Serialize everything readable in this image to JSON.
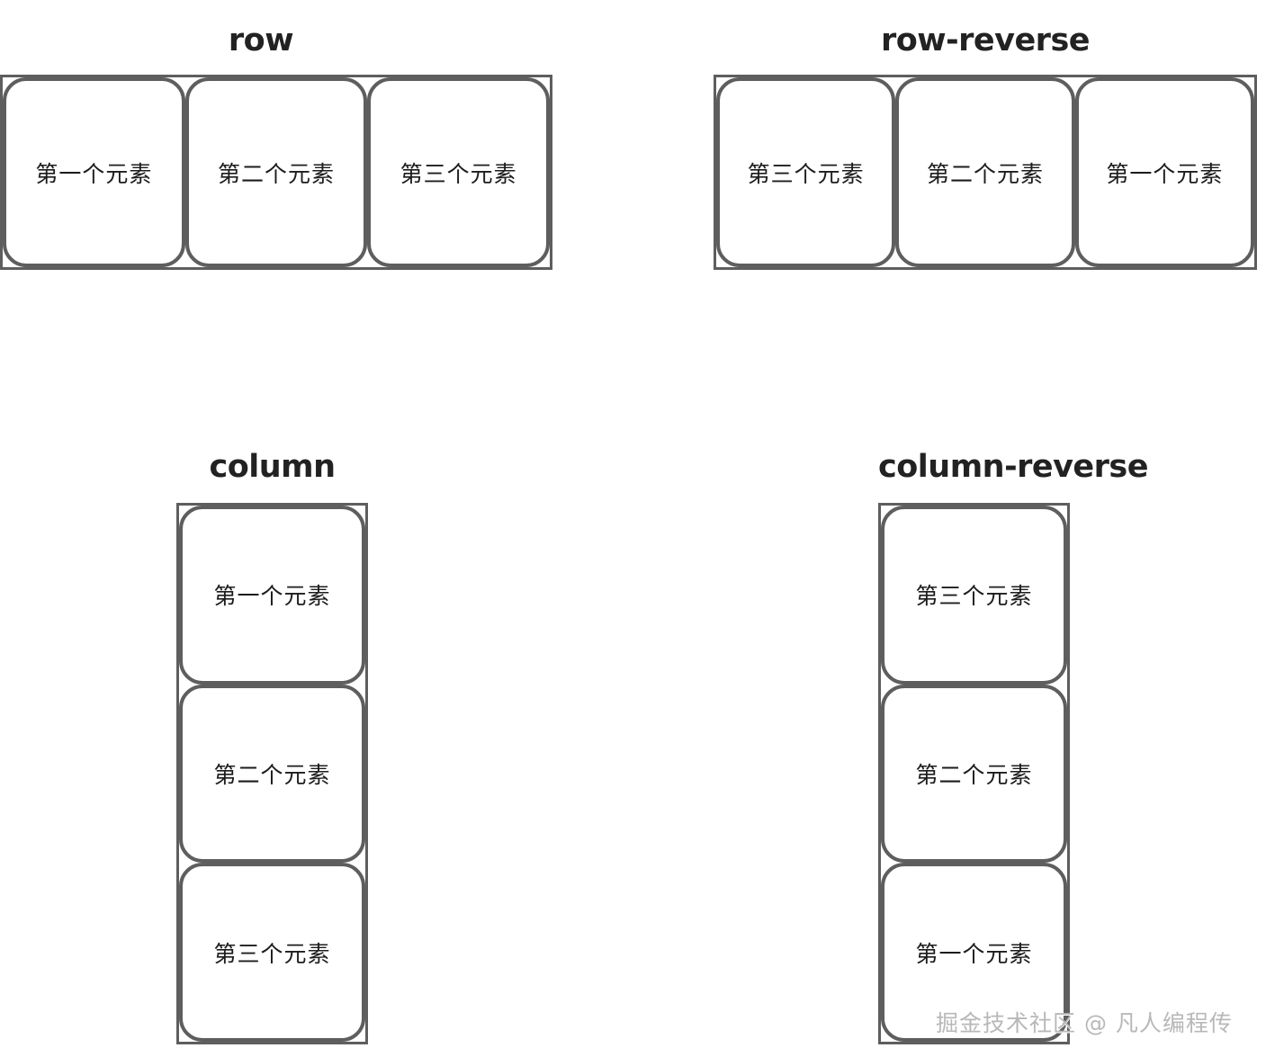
{
  "page": {
    "background": "#ffffff",
    "border_color": "#5e5e5e",
    "title_color": "#222222",
    "item_text_color": "#1c1c1c",
    "watermark_color": "#b8b8b8"
  },
  "panels": [
    {
      "id": "row",
      "title": "row",
      "direction": "row",
      "items": [
        {
          "label": "第一个元素"
        },
        {
          "label": "第二个元素"
        },
        {
          "label": "第三个元素"
        }
      ],
      "visual_order": [
        "第一个元素",
        "第二个元素",
        "第三个元素"
      ]
    },
    {
      "id": "row-reverse",
      "title": "row-reverse",
      "direction": "row-reverse",
      "items": [
        {
          "label": "第一个元素"
        },
        {
          "label": "第二个元素"
        },
        {
          "label": "第三个元素"
        }
      ],
      "visual_order": [
        "第三个元素",
        "第二个元素",
        "第一个元素"
      ]
    },
    {
      "id": "column",
      "title": "column",
      "direction": "column",
      "items": [
        {
          "label": "第一个元素"
        },
        {
          "label": "第二个元素"
        },
        {
          "label": "第三个元素"
        }
      ],
      "visual_order": [
        "第一个元素",
        "第二个元素",
        "第三个元素"
      ]
    },
    {
      "id": "column-reverse",
      "title": "column-reverse",
      "direction": "column-reverse",
      "items": [
        {
          "label": "第一个元素"
        },
        {
          "label": "第二个元素"
        },
        {
          "label": "第三个元素"
        }
      ],
      "visual_order": [
        "第三个元素",
        "第二个元素",
        "第一个元素"
      ]
    }
  ],
  "watermark": {
    "text": "掘金技术社区 @ 凡人编程传"
  }
}
